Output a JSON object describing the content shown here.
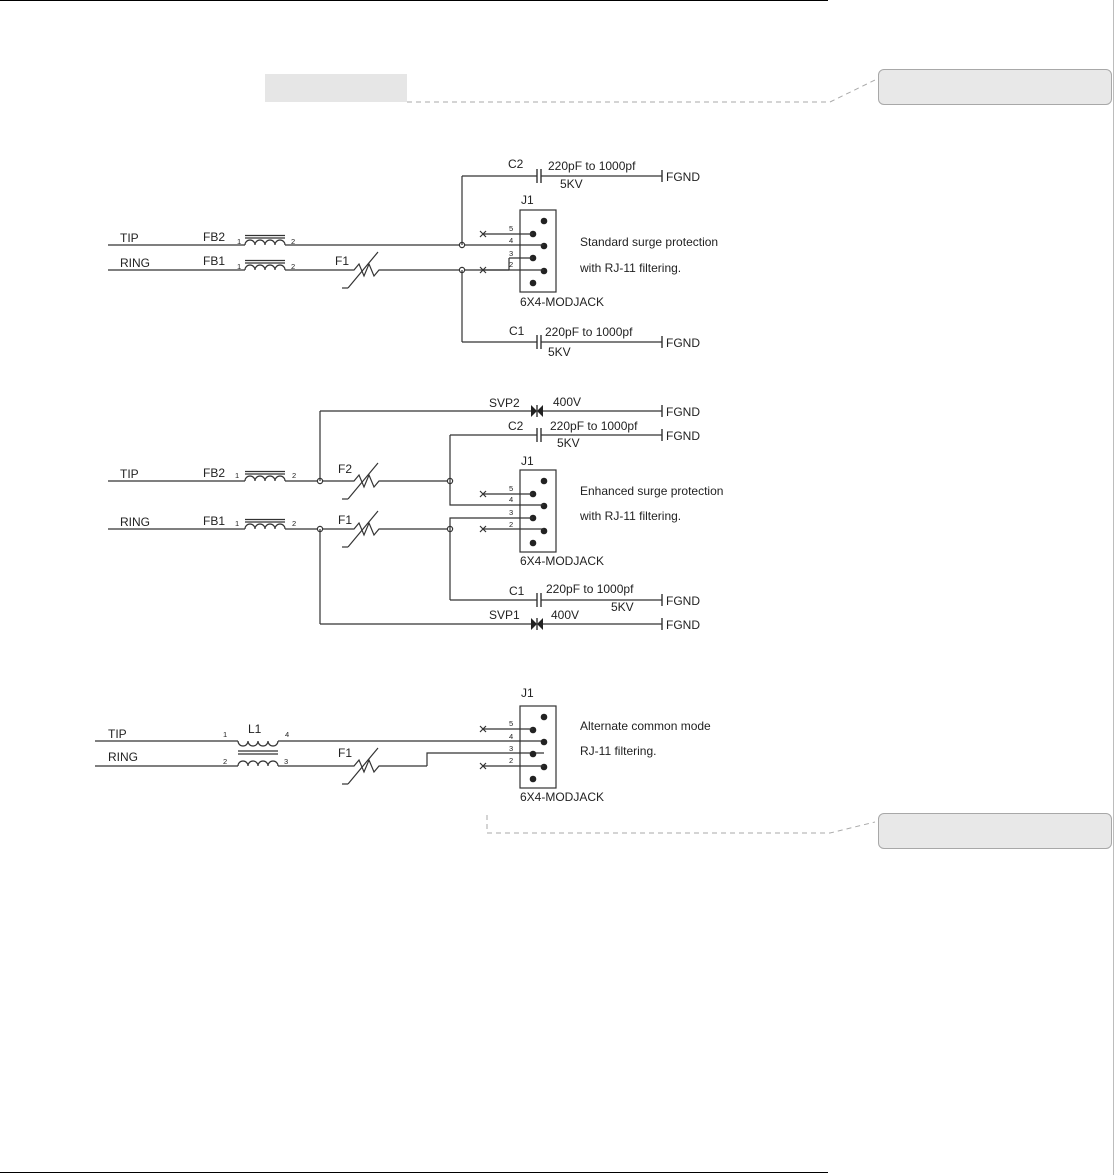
{
  "connectors": {
    "tip": "TIP",
    "ring": "RING",
    "fgnd": "FGND"
  },
  "jack": {
    "ref": "J1",
    "part": "6X4-MODJACK",
    "pins": [
      "5",
      "4",
      "3",
      "2"
    ]
  },
  "components": {
    "fb1": "FB1",
    "fb2": "FB2",
    "f1": "F1",
    "f2": "F2",
    "c1": "C1",
    "c2": "C2",
    "l1": "L1",
    "svp1": "SVP1",
    "svp2": "SVP2",
    "cap_value_1": "220pF to 1000pf",
    "cap_value_2": "220pF to 1000pf",
    "cap_voltage": "5KV",
    "svp_voltage": "400V",
    "coil_pin_1": "1",
    "coil_pin_2": "2",
    "coil_pin_3": "3",
    "coil_pin_4": "4"
  },
  "circuits": {
    "standard": {
      "line1": "Standard surge protection",
      "line2": "with RJ-11 filtering."
    },
    "enhanced": {
      "line1": "Enhanced surge protection",
      "line2": "with RJ-11 filtering."
    },
    "alternate": {
      "line1": "Alternate common mode",
      "line2": "RJ-11 filtering."
    }
  },
  "colors": {
    "wire": "#333333",
    "comment_fill": "#e8e8e8",
    "highlight": "#e6e6e6"
  }
}
